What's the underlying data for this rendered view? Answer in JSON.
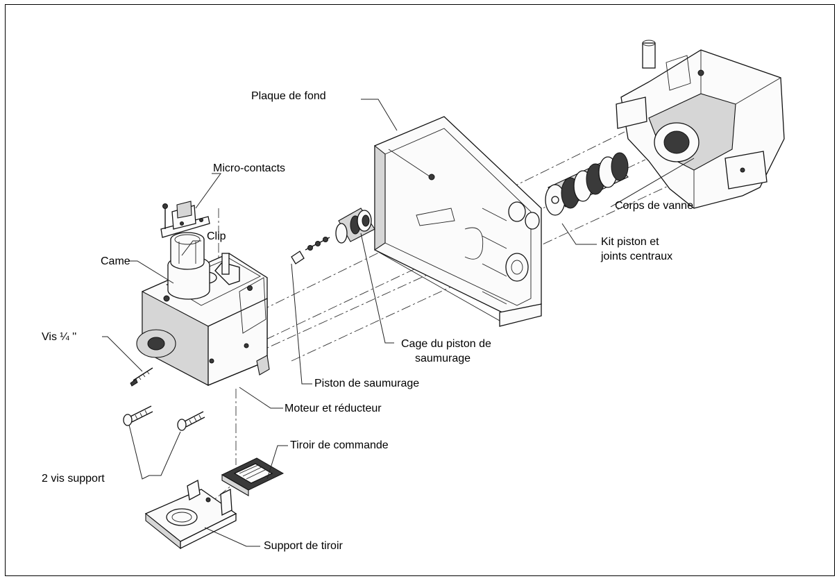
{
  "labels": {
    "plaque_de_fond": "Plaque de fond",
    "micro_contacts": "Micro-contacts",
    "clip": "Clip",
    "came": "Came",
    "corps_de_vanne": "Corps de vanne",
    "kit_piston_1": "Kit piston et",
    "kit_piston_2": "joints centraux",
    "vis": "Vis ¼ ''",
    "cage_1": "Cage du piston de",
    "cage_2": "saumurage",
    "piston_saumurage": "Piston de saumurage",
    "moteur": "Moteur et réducteur",
    "tiroir": "Tiroir de commande",
    "vis_support": "2 vis support",
    "support_tiroir": "Support de tiroir"
  },
  "colors": {
    "line": "#111111",
    "background": "#ffffff",
    "shade": "#d6d6d6"
  }
}
